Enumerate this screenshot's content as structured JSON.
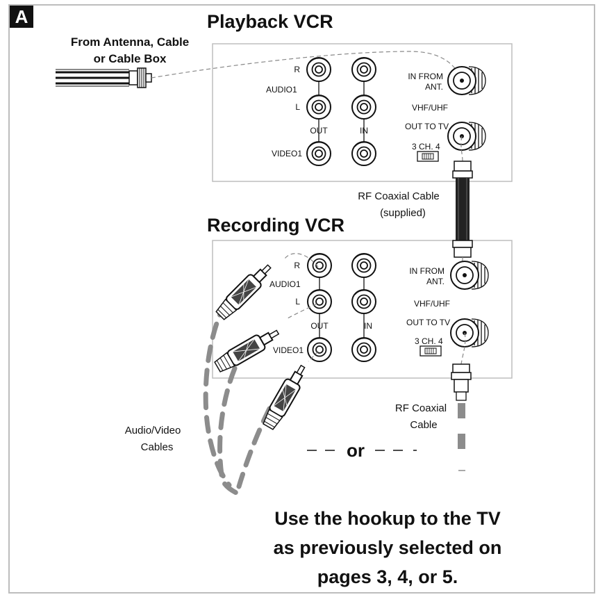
{
  "figure_label": "A",
  "playback_vcr": {
    "title": "Playback VCR",
    "labels": {
      "r": "R",
      "audio1": "AUDIO1",
      "l": "L",
      "out": "OUT",
      "in": "IN",
      "video1": "VIDEO1",
      "in_from": "IN FROM",
      "ant": "ANT.",
      "vhf_uhf": "VHF/UHF",
      "out_to_tv": "OUT TO TV",
      "ch_switch": "3 CH. 4"
    }
  },
  "recording_vcr": {
    "title": "Recording VCR",
    "labels": {
      "r": "R",
      "audio1": "AUDIO1",
      "l": "L",
      "out": "OUT",
      "in": "IN",
      "video1": "VIDEO1",
      "in_from": "IN FROM",
      "ant": "ANT.",
      "vhf_uhf": "VHF/UHF",
      "out_to_tv": "OUT TO TV",
      "ch_switch": "3 CH. 4"
    }
  },
  "antenna_source": {
    "line1": "From Antenna, Cable",
    "line2": "or Cable Box"
  },
  "rf_cable_supplied": {
    "line1": "RF Coaxial Cable",
    "line2": "(supplied)"
  },
  "rf_cable": {
    "line1": "RF Coaxial",
    "line2": "Cable"
  },
  "av_cables": {
    "line1": "Audio/Video",
    "line2": "Cables"
  },
  "or_text": "or",
  "instruction": {
    "line1": "Use the hookup to the TV",
    "line2": "as previously selected on",
    "line3": "pages 3, 4, or 5."
  }
}
